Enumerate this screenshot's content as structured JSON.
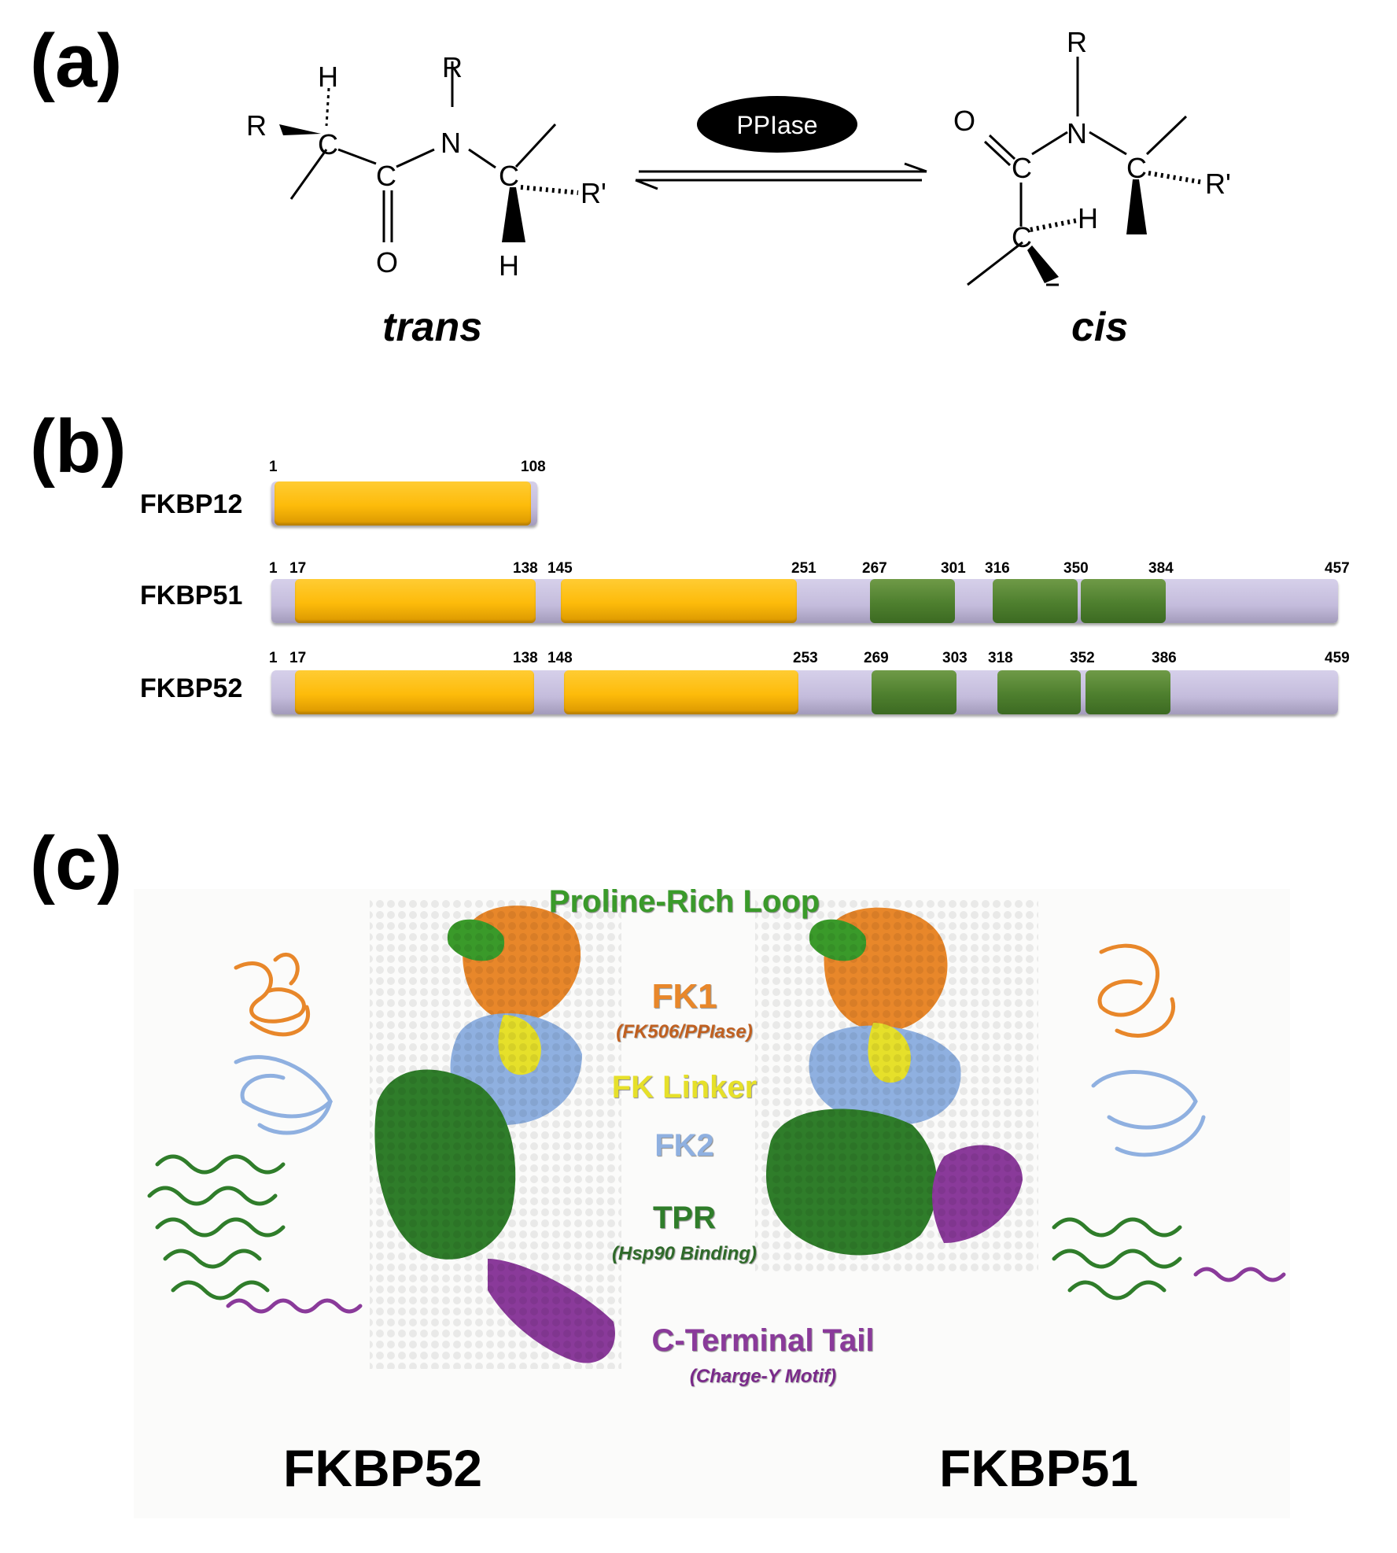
{
  "panels": {
    "a": "(a)",
    "b": "(b)",
    "c": "(c)"
  },
  "panel_a": {
    "enzyme": "PPIase",
    "trans_label": "trans",
    "cis_label": "cis",
    "atoms": {
      "H": "H",
      "R": "R",
      "C": "C",
      "N": "N",
      "O": "O",
      "Rp": "R'"
    }
  },
  "panel_b": {
    "proteins": [
      {
        "name": "FKBP12",
        "start": "1",
        "end": "108",
        "ticks": [
          "1",
          "108"
        ]
      },
      {
        "name": "FKBP51",
        "ticks": [
          "1",
          "17",
          "138",
          "145",
          "251",
          "267",
          "301",
          "316",
          "350",
          "384",
          "457"
        ]
      },
      {
        "name": "FKBP52",
        "ticks": [
          "1",
          "17",
          "138",
          "148",
          "253",
          "269",
          "303",
          "318",
          "352",
          "386",
          "459"
        ]
      }
    ],
    "colors": {
      "fk_domain": "#fdbb0a",
      "tpr_domain": "#4e7f2e",
      "backbone": "#c4bcdc"
    }
  },
  "panel_c": {
    "legend": {
      "proline_loop": "Proline-Rich Loop",
      "fk1": "FK1",
      "fk1_sub": "(FK506/PPIase)",
      "fk_linker": "FK Linker",
      "fk2": "FK2",
      "tpr": "TPR",
      "tpr_sub": "(Hsp90 Binding)",
      "cterm": "C-Terminal Tail",
      "cterm_sub": "(Charge-Y Motif)"
    },
    "names": {
      "left": "FKBP52",
      "right": "FKBP51"
    },
    "colors": {
      "proline_loop": "#3a9a2a",
      "fk1": "#e8872a",
      "fk_linker": "#e6e02a",
      "fk2": "#8fb0e0",
      "tpr": "#2f7d2a",
      "cterm": "#8a3a9a"
    }
  }
}
